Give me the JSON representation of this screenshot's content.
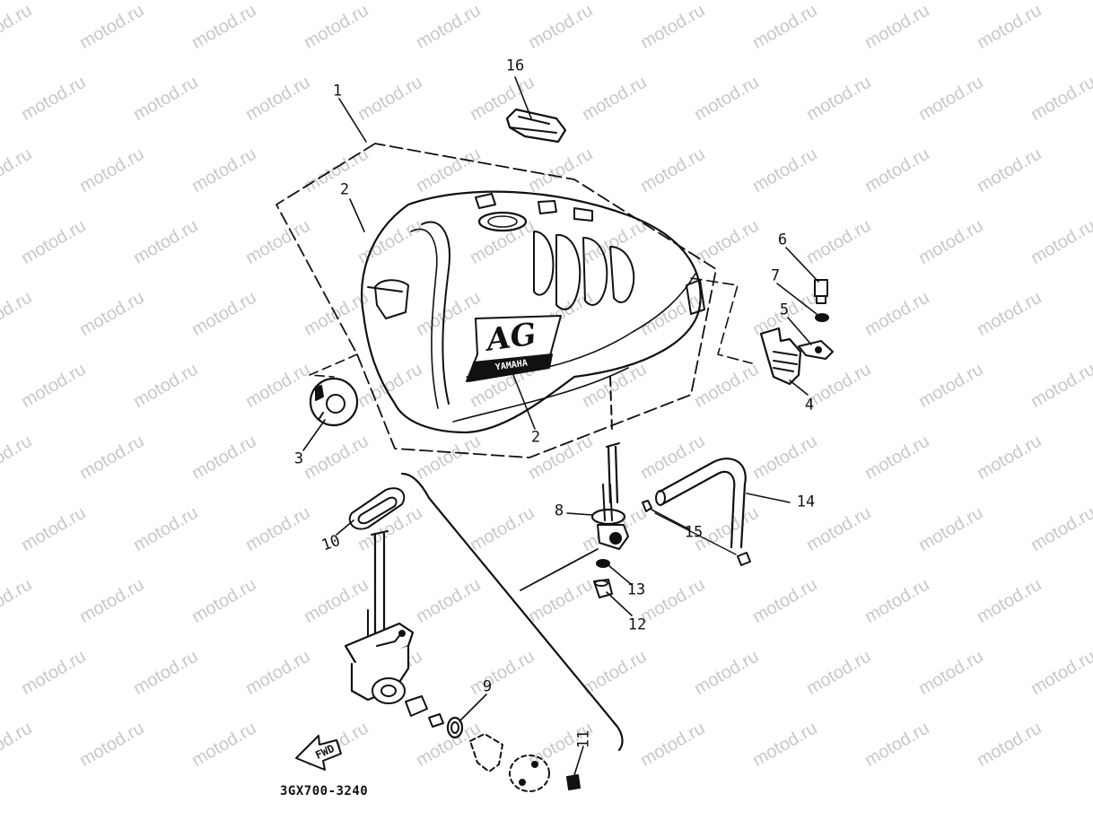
{
  "watermark": "motod.ru",
  "diagram": {
    "part_code": "3GX700-3240",
    "direction_label": "FWD",
    "tank_logo": "AG",
    "tank_brand": "YAMAHA",
    "callouts": [
      {
        "id": "c1",
        "label": "1"
      },
      {
        "id": "c2a",
        "label": "2"
      },
      {
        "id": "c2b",
        "label": "2"
      },
      {
        "id": "c3",
        "label": "3"
      },
      {
        "id": "c4",
        "label": "4"
      },
      {
        "id": "c5",
        "label": "5"
      },
      {
        "id": "c6",
        "label": "6"
      },
      {
        "id": "c7",
        "label": "7"
      },
      {
        "id": "c8",
        "label": "8"
      },
      {
        "id": "c9",
        "label": "9"
      },
      {
        "id": "c10",
        "label": "10"
      },
      {
        "id": "c11",
        "label": "11"
      },
      {
        "id": "c12",
        "label": "12"
      },
      {
        "id": "c13",
        "label": "13"
      },
      {
        "id": "c14",
        "label": "14"
      },
      {
        "id": "c15",
        "label": "15"
      },
      {
        "id": "c16",
        "label": "16"
      }
    ]
  }
}
